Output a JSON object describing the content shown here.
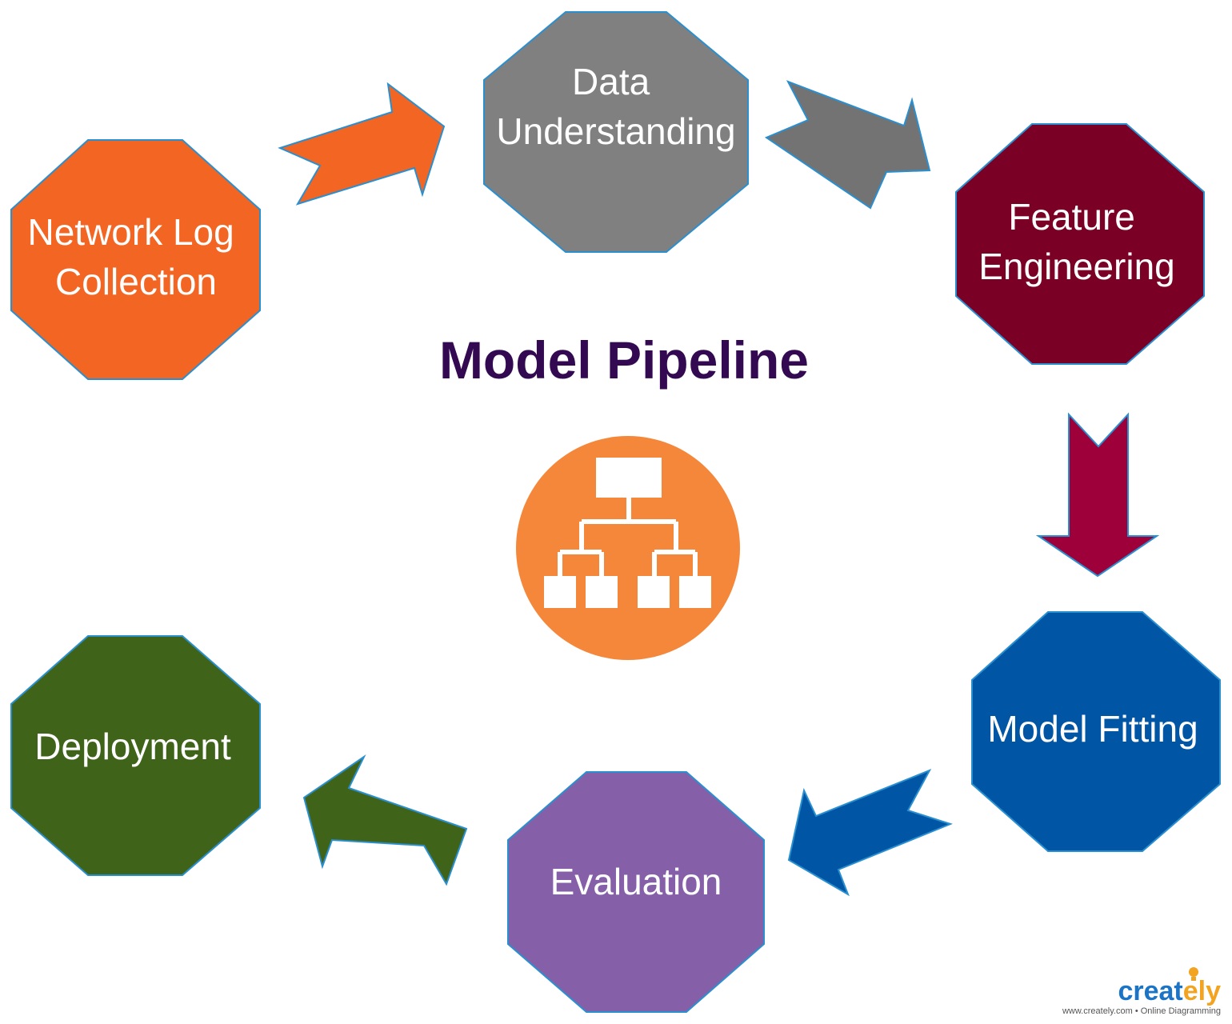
{
  "diagram": {
    "title": "Model Pipeline",
    "title_color": "#330a52",
    "stroke_color": "#2a8fcf",
    "stages": {
      "network_log": {
        "lines": [
          "Network Log",
          "Collection"
        ],
        "color": "#f26522"
      },
      "data_understanding": {
        "lines": [
          "Data",
          "Understanding"
        ],
        "color": "#808080"
      },
      "feature_engineering": {
        "lines": [
          "Feature",
          "Engineering"
        ],
        "color": "#7a0026"
      },
      "model_fitting": {
        "lines": [
          "Model Fitting"
        ],
        "color": "#0055a5"
      },
      "evaluation": {
        "lines": [
          "Evaluation"
        ],
        "color": "#8560a8"
      },
      "deployment": {
        "lines": [
          "Deployment"
        ],
        "color": "#3f6419"
      }
    },
    "arrows": {
      "to_data_understanding": {
        "color": "#f26522"
      },
      "to_feature_engineering": {
        "color": "#737373"
      },
      "to_model_fitting": {
        "color": "#9e0039"
      },
      "to_evaluation": {
        "color": "#0055a5"
      },
      "to_deployment": {
        "color": "#3f6419"
      }
    },
    "center_icon": {
      "name": "hierarchy-icon",
      "color": "#f4873a"
    }
  },
  "branding": {
    "logo_text_main": "creat",
    "logo_text_accent": "ely",
    "accent_color": "#f2a31f",
    "tagline": "www.creately.com • Online Diagramming"
  }
}
